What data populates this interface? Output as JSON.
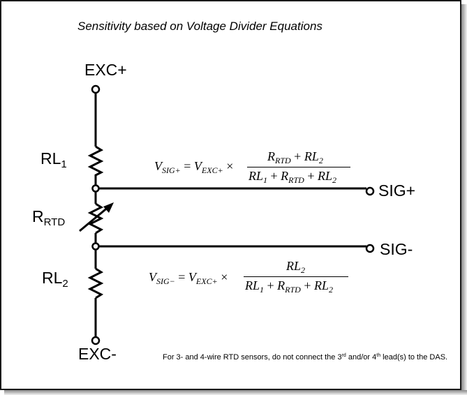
{
  "title": "Sensitivity based on Voltage Divider Equations",
  "nodes": {
    "exc_plus": "EXC+",
    "exc_minus": "EXC-",
    "sig_plus": "SIG+",
    "sig_minus": "SIG-"
  },
  "resistors": {
    "rl1": {
      "base": "RL",
      "sub": "1"
    },
    "rrtd": {
      "base": "R",
      "sub": "RTD"
    },
    "rl2": {
      "base": "RL",
      "sub": "2"
    }
  },
  "equation_sig_plus": {
    "lhs": "V",
    "lhs_sub": "SIG+",
    "eq": " = ",
    "v": "V",
    "v_sub": "EXC+",
    "times": " × ",
    "numerator": {
      "a": "R",
      "a_sub": "RTD",
      "plus": " + ",
      "b": "RL",
      "b_sub": "2"
    },
    "denominator": {
      "a": "RL",
      "a_sub": "1",
      "plus1": " + ",
      "b": "R",
      "b_sub": "RTD",
      "plus2": " + ",
      "c": "RL",
      "c_sub": "2"
    }
  },
  "equation_sig_minus": {
    "lhs": "V",
    "lhs_sub": "SIG−",
    "eq": " = ",
    "v": "V",
    "v_sub": "EXC+",
    "times": " × ",
    "numerator": {
      "a": "RL",
      "a_sub": "2"
    },
    "denominator": {
      "a": "RL",
      "a_sub": "1",
      "plus1": " + ",
      "b": "R",
      "b_sub": "RTD",
      "plus2": " + ",
      "c": "RL",
      "c_sub": "2"
    }
  },
  "note": {
    "part1": "For 3- and 4-wire RTD sensors, do not connect the 3",
    "sup1": "rd",
    "part2": " and/or 4",
    "sup2": "th",
    "part3": " lead(s) to the DAS."
  }
}
